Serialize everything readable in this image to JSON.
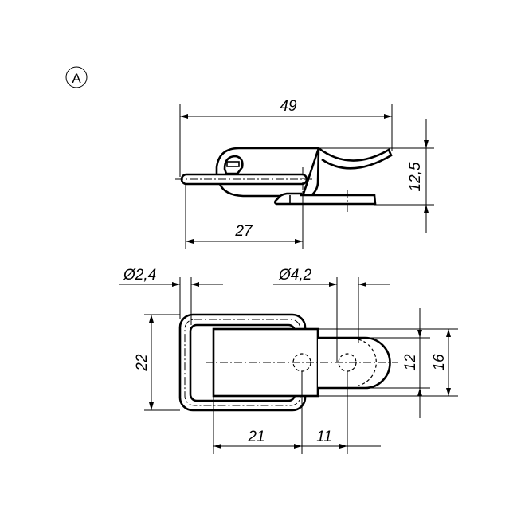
{
  "view_label": "A",
  "top_view": {
    "overall_length": "49",
    "height": "12,5",
    "pivot_distance": "27"
  },
  "bottom_view": {
    "wire_diameter": "Ø2,4",
    "hole_diameter": "Ø4,2",
    "loop_width": "22",
    "tongue_width": "12",
    "plate_width": "16",
    "plate_to_hole": "21",
    "hole_spacing": "11"
  }
}
